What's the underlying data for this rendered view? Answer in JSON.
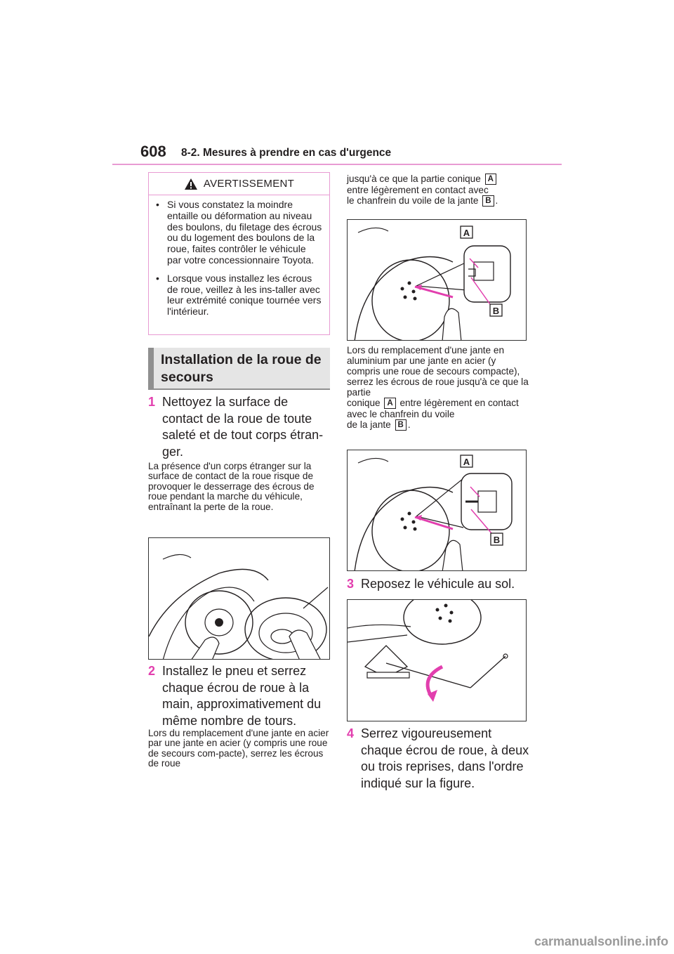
{
  "header": {
    "page_number": "608",
    "section": "8-2. Mesures à prendre en cas d'urgence"
  },
  "warning": {
    "title": "AVERTISSEMENT",
    "items": [
      "Si vous constatez la moindre entaille ou déformation au niveau des boulons, du filetage des écrous ou du logement des boulons de la roue, faites contrôler le véhicule par votre concessionnaire Toyota.",
      "Lorsque vous installez les écrous de roue, veillez à les ins-taller avec leur extrémité conique tournée vers l'intérieur."
    ]
  },
  "heading": "Installation de la roue de secours",
  "steps": [
    {
      "num": "1",
      "text": "Nettoyez la surface de contact de la roue de toute saleté et de tout corps étran-ger."
    },
    {
      "num": "2",
      "text": "Installez le pneu et serrez chaque écrou de roue à la main, approximativement du même nombre de tours."
    },
    {
      "num": "3",
      "text": "Reposez le véhicule au sol."
    },
    {
      "num": "4",
      "text": "Serrez vigoureusement chaque écrou de roue, à deux ou trois reprises, dans l'ordre indiqué sur la figure."
    }
  ],
  "notes": {
    "step1": "La présence d'un corps étranger sur la surface de contact de la roue risque de provoquer le desserrage des écrous de roue pendant la marche du véhicule, entraînant la perte de la roue.",
    "step2_a": "Lors du remplacement d'une jante en acier par une jante en acier (y compris une roue de secours com-pacte), serrez les écrous de roue",
    "step2_b_part1": "jusqu'à ce que la partie conique",
    "step2_b_part2": "entre légèrement en contact avec",
    "step2_b_part3": "le chanfrein du voile de la jante",
    "step2_c_part1": "Lors du remplacement d'une jante en aluminium par une jante en acier (y compris une roue de secours compacte), serrez les écrous de roue jusqu'à ce que la partie",
    "step2_c_part2": "conique",
    "step2_c_part3": "entre légèrement en contact avec le chanfrein du voile",
    "step2_c_part4": "de la jante"
  },
  "labels": {
    "a": "A",
    "b": "B"
  },
  "watermark": "carmanualsonline.info",
  "colors": {
    "accent": "#e23fae",
    "rule": "#e89bd3",
    "heading_bg": "#e5e5e5"
  }
}
